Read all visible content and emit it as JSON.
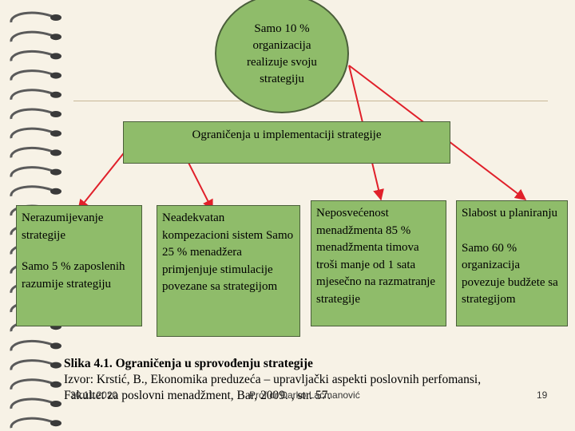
{
  "diagram": {
    "top_node": "Samo 10 % organizacija realizuje svoju strategiju",
    "banner": "Ograničenja u implementaciji strategije",
    "boxes": [
      {
        "title": "Nerazumijevanje strategije",
        "detail": "Samo 5 % zaposlenih razumije strategiju"
      },
      {
        "text": "Neadekvatan kompezacioni sistem Samo 25 % menadžera primjenjuje stimulacije povezane sa strategijom"
      },
      {
        "text": "Neposvećenost menadžmenta 85 % menadžmenta timova troši manje od 1 sata mjesečno na razmatranje strategije"
      },
      {
        "title": "Slabost u planiranju",
        "detail": "Samo 60 % organizacija povezuje budžete sa strategijom"
      }
    ]
  },
  "caption": {
    "title": "Slika 4.1. Ograničenja u sprovođenju strategije",
    "source_line1": "Izvor: Krstić, B., Ekonomika preduzeća – upravljački aspekti poslovnih perfomansi,",
    "source_line2": "Fakultet za poslovni menadžment, Bar, 2009. , str. 57."
  },
  "footer": {
    "date": "30.11.2020",
    "author": "Prof.dr Darko Lacmanović",
    "page": "19"
  },
  "colors": {
    "box_fill": "#8fbc6a",
    "arrow": "#e0202a",
    "background": "#f7f2e6"
  }
}
